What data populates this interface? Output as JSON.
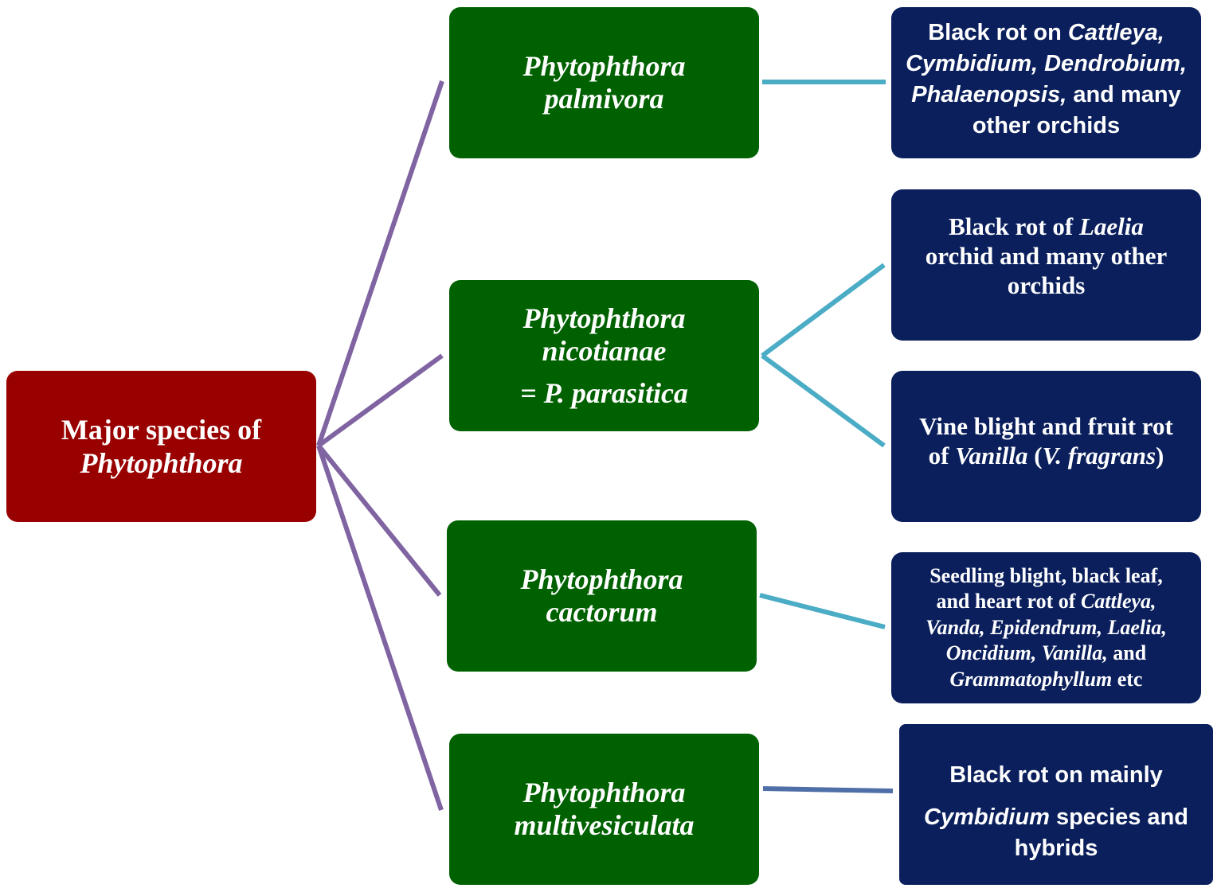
{
  "root": {
    "line1": "Major species of",
    "line2": "Phytophthora",
    "color": "#990000"
  },
  "species": [
    {
      "line1": "Phytophthora",
      "line2": "palmivora",
      "diseases": [
        {
          "lines": [
            [
              {
                "t": "Black rot  on ",
                "i": false
              },
              {
                "t": "Cattleya,",
                "i": true
              }
            ],
            [
              {
                "t": "Cymbidium, Dendrobium,",
                "i": true
              }
            ],
            [
              {
                "t": "Phalaenopsis,",
                "i": true
              },
              {
                "t": " and many",
                "i": false
              }
            ],
            [
              {
                "t": "other orchids",
                "i": false
              }
            ]
          ]
        }
      ]
    },
    {
      "line1": "Phytophthora",
      "line2": "nicotianae",
      "line3": "= P. parasitica",
      "diseases": [
        {
          "lines": [
            [
              {
                "t": "Black rot of ",
                "i": false
              },
              {
                "t": "Laelia",
                "i": true
              }
            ],
            [
              {
                "t": "orchid and many other",
                "i": false
              }
            ],
            [
              {
                "t": "orchids",
                "i": false
              }
            ]
          ]
        },
        {
          "lines": [
            [
              {
                "t": "Vine blight and fruit rot",
                "i": false
              }
            ],
            [
              {
                "t": "of ",
                "i": false
              },
              {
                "t": "Vanilla",
                "i": true
              },
              {
                "t": " (",
                "i": false
              },
              {
                "t": "V. fragrans",
                "i": true
              },
              {
                "t": ")",
                "i": false
              }
            ]
          ]
        }
      ]
    },
    {
      "line1": "Phytophthora",
      "line2": "cactorum",
      "diseases": [
        {
          "lines": [
            [
              {
                "t": "Seedling blight, black leaf,",
                "i": false
              }
            ],
            [
              {
                "t": "and heart rot of ",
                "i": false
              },
              {
                "t": "Cattleya,",
                "i": true
              }
            ],
            [
              {
                "t": "Vanda, Epidendrum, Laelia,",
                "i": true
              }
            ],
            [
              {
                "t": "Oncidium, Vanilla,",
                "i": true
              },
              {
                "t": " and",
                "i": false
              }
            ],
            [
              {
                "t": "Grammatophyllum",
                "i": true
              },
              {
                "t": "  etc",
                "i": false
              }
            ]
          ]
        }
      ]
    },
    {
      "line1": "Phytophthora",
      "line2": "multivesiculata",
      "diseases": [
        {
          "lines": [
            [
              {
                "t": "Black rot  on mainly",
                "i": false
              }
            ],
            [
              {
                "t": "Cymbidium",
                "i": true
              },
              {
                "t": " species and",
                "i": false
              }
            ],
            [
              {
                "t": "hybrids",
                "i": false
              }
            ]
          ]
        }
      ]
    }
  ],
  "colors": {
    "species_box": "#006100",
    "disease_box": "#0a1f5c",
    "root_connector": "#8064a2",
    "disease_connector": "#4bacc6",
    "last_connector": "#4f6fa8"
  }
}
